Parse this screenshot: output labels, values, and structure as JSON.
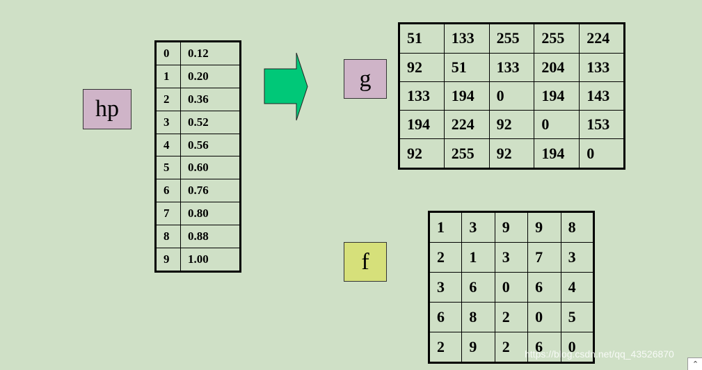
{
  "labels": {
    "hp": "hp",
    "g": "g",
    "f": "f"
  },
  "hp_table": [
    [
      "0",
      "0.12"
    ],
    [
      "1",
      "0.20"
    ],
    [
      "2",
      "0.36"
    ],
    [
      "3",
      "0.52"
    ],
    [
      "4",
      "0.56"
    ],
    [
      "5",
      "0.60"
    ],
    [
      "6",
      "0.76"
    ],
    [
      "7",
      "0.80"
    ],
    [
      "8",
      "0.88"
    ],
    [
      "9",
      "1.00"
    ]
  ],
  "g_table": [
    [
      "51",
      "133",
      "255",
      "255",
      "224"
    ],
    [
      "92",
      "51",
      "133",
      "204",
      "133"
    ],
    [
      "133",
      "194",
      "0",
      "194",
      "143"
    ],
    [
      "194",
      "224",
      "92",
      "0",
      "153"
    ],
    [
      "92",
      "255",
      "92",
      "194",
      "0"
    ]
  ],
  "f_table": [
    [
      "1",
      "3",
      "9",
      "9",
      "8"
    ],
    [
      "2",
      "1",
      "3",
      "7",
      "3"
    ],
    [
      "3",
      "6",
      "0",
      "6",
      "4"
    ],
    [
      "6",
      "8",
      "2",
      "0",
      "5"
    ],
    [
      "2",
      "9",
      "2",
      "6",
      "0"
    ]
  ],
  "watermark": "https://blog.csdn.net/qq_43526870",
  "icons": {
    "arrow": "right-arrow-icon",
    "corner": "expand-icon"
  },
  "colors": {
    "background": "#cfe0c6",
    "label_pink": "#cfb4c8",
    "label_yellow": "#d6e07a",
    "arrow_fill": "#00c878"
  }
}
